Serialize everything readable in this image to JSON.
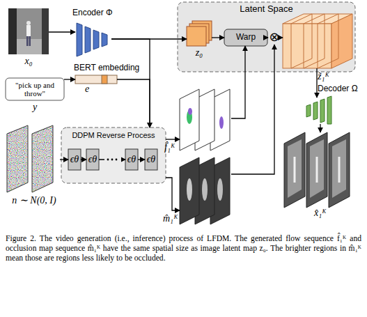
{
  "diagram": {
    "caption": "Figure 2. The video generation (i.e., inference) process of LFDM. The generated flow sequence f̂₁ᴷ and occlusion map sequence m̂₁ᴷ have the same spatial size as image latent map z₀. The brighter regions in m̂₁ᴷ mean those are regions less likely to be occluded.",
    "nodes": [
      {
        "text": [
          "x₀"
        ]
      },
      {
        "text": [
          "Encoder Φ"
        ]
      },
      {
        "text": [
          "Latent Space"
        ]
      },
      {
        "text": [
          "z₀"
        ],
        "in": 2
      },
      {
        "text": [
          "Warp"
        ],
        "in": 2
      },
      {
        "text": [
          "⊗"
        ],
        "in": 2
      },
      {
        "text": [
          "z̃₁ᴷ"
        ],
        "in": 2
      },
      {
        "text": [
          "Decoder Ω"
        ]
      },
      {
        "text": [
          "\"pick up and throw\"",
          "y"
        ]
      },
      {
        "text": [
          "BERT embedding",
          "e"
        ]
      },
      {
        "text": [
          "n ∼ N(0, I)"
        ]
      },
      {
        "text": [
          "DDPM Reverse Process"
        ]
      },
      {
        "text": [
          "ϵθ"
        ],
        "in": 11
      },
      {
        "text": [
          "ϵθ"
        ],
        "in": 11
      },
      {
        "text": [
          "ϵθ"
        ],
        "in": 11
      },
      {
        "text": [
          "ϵθ"
        ],
        "in": 11
      },
      {
        "text": [
          "f̂₁ᴷ"
        ]
      },
      {
        "text": [
          "m̂₁ᴷ"
        ]
      },
      {
        "text": [
          "x̂₁ᴷ"
        ]
      }
    ],
    "edges": [
      {
        "from": 0,
        "to": 1,
        "arrow": "to"
      },
      {
        "from": 1,
        "to": 3,
        "arrow": "to"
      },
      {
        "from": 3,
        "to": 4,
        "arrow": "to"
      },
      {
        "from": 4,
        "to": 5,
        "arrow": "to"
      },
      {
        "from": 5,
        "to": 6,
        "arrow": "to"
      },
      {
        "from": 6,
        "to": 7,
        "arrow": "to"
      },
      {
        "from": 7,
        "to": 18,
        "arrow": "to"
      },
      {
        "from": 8,
        "to": 9,
        "arrow": "to"
      },
      {
        "from": 9,
        "to": 11,
        "arrow": "to"
      },
      {
        "from": 1,
        "to": 11,
        "arrow": "to"
      },
      {
        "from": 10,
        "to": 12,
        "arrow": "to"
      },
      {
        "from": 12,
        "to": 13,
        "arrow": "to"
      },
      {
        "from": 13,
        "to": 14,
        "arrow": "to"
      },
      {
        "from": 14,
        "to": 15,
        "arrow": "to"
      },
      {
        "from": 11,
        "to": 16,
        "arrow": "to"
      },
      {
        "from": 11,
        "to": 17,
        "arrow": "to"
      },
      {
        "from": 16,
        "to": 4,
        "arrow": "to"
      },
      {
        "from": 17,
        "to": 5,
        "arrow": "to"
      }
    ]
  }
}
